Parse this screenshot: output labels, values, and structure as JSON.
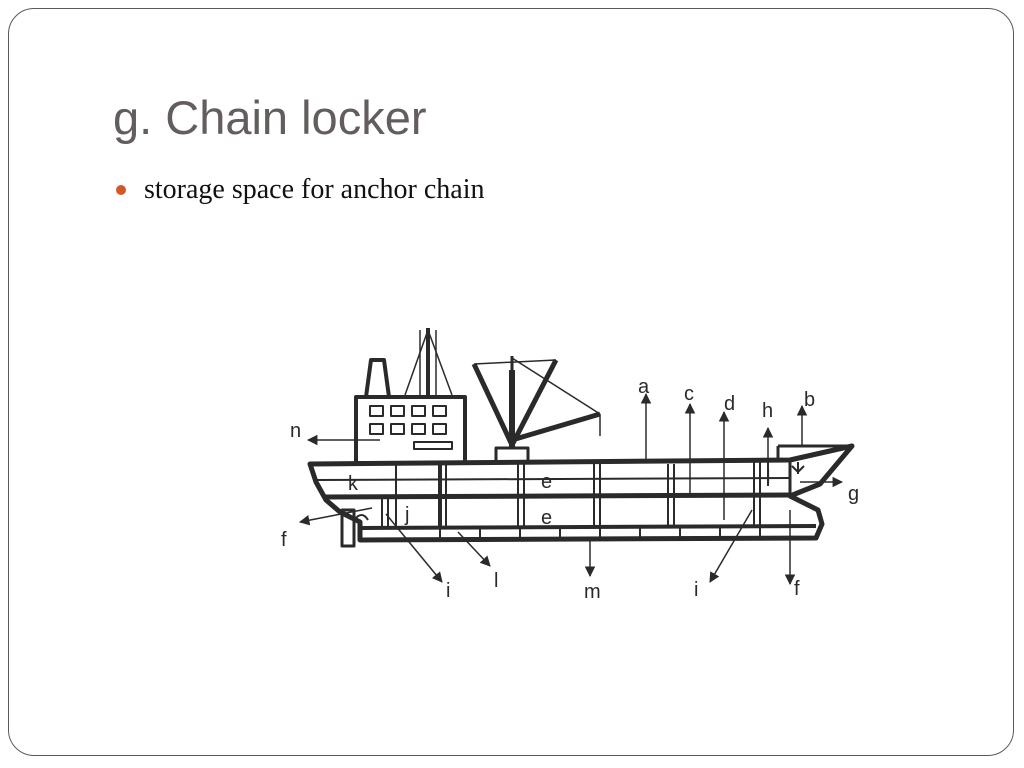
{
  "slide": {
    "title": "g. Chain locker",
    "bullets": [
      "storage space for anchor chain"
    ],
    "bullet_color": "#d2582a"
  },
  "diagram": {
    "labels": {
      "a": "a",
      "b": "b",
      "c": "c",
      "d": "d",
      "e_upper": "e",
      "e_lower": "e",
      "f_aft": "f",
      "f_fwd": "f",
      "g": "g",
      "h": "h",
      "i_aft": "i",
      "i_fwd": "i",
      "j": "j",
      "k": "k",
      "l": "l",
      "m": "m",
      "n": "n"
    }
  }
}
